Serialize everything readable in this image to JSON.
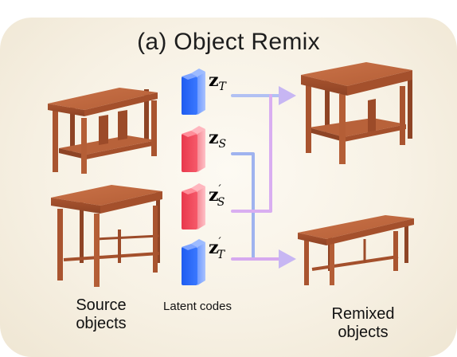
{
  "title": "(a) Object Remix",
  "captions": {
    "source_line1": "Source",
    "source_line2": "objects",
    "latent": "Latent codes",
    "remixed_line1": "Remixed",
    "remixed_line2": "objects"
  },
  "latent_codes": [
    {
      "symbol": "z",
      "subscript": "T",
      "prime": "",
      "color": "#2f6bff"
    },
    {
      "symbol": "z",
      "subscript": "S",
      "prime": "",
      "color": "#f04a5c"
    },
    {
      "symbol": "z",
      "subscript": "S",
      "prime": "′",
      "color": "#f04a5c"
    },
    {
      "symbol": "z",
      "subscript": "T",
      "prime": "′",
      "color": "#2f6bff"
    }
  ],
  "colors": {
    "texture_code": "#2f6bff",
    "shape_code": "#f04a5c",
    "arrow_blue": "#a9b8f0",
    "arrow_violet": "#d6a9ef",
    "wood": "#c0683e",
    "wood_dark": "#8e4425"
  }
}
